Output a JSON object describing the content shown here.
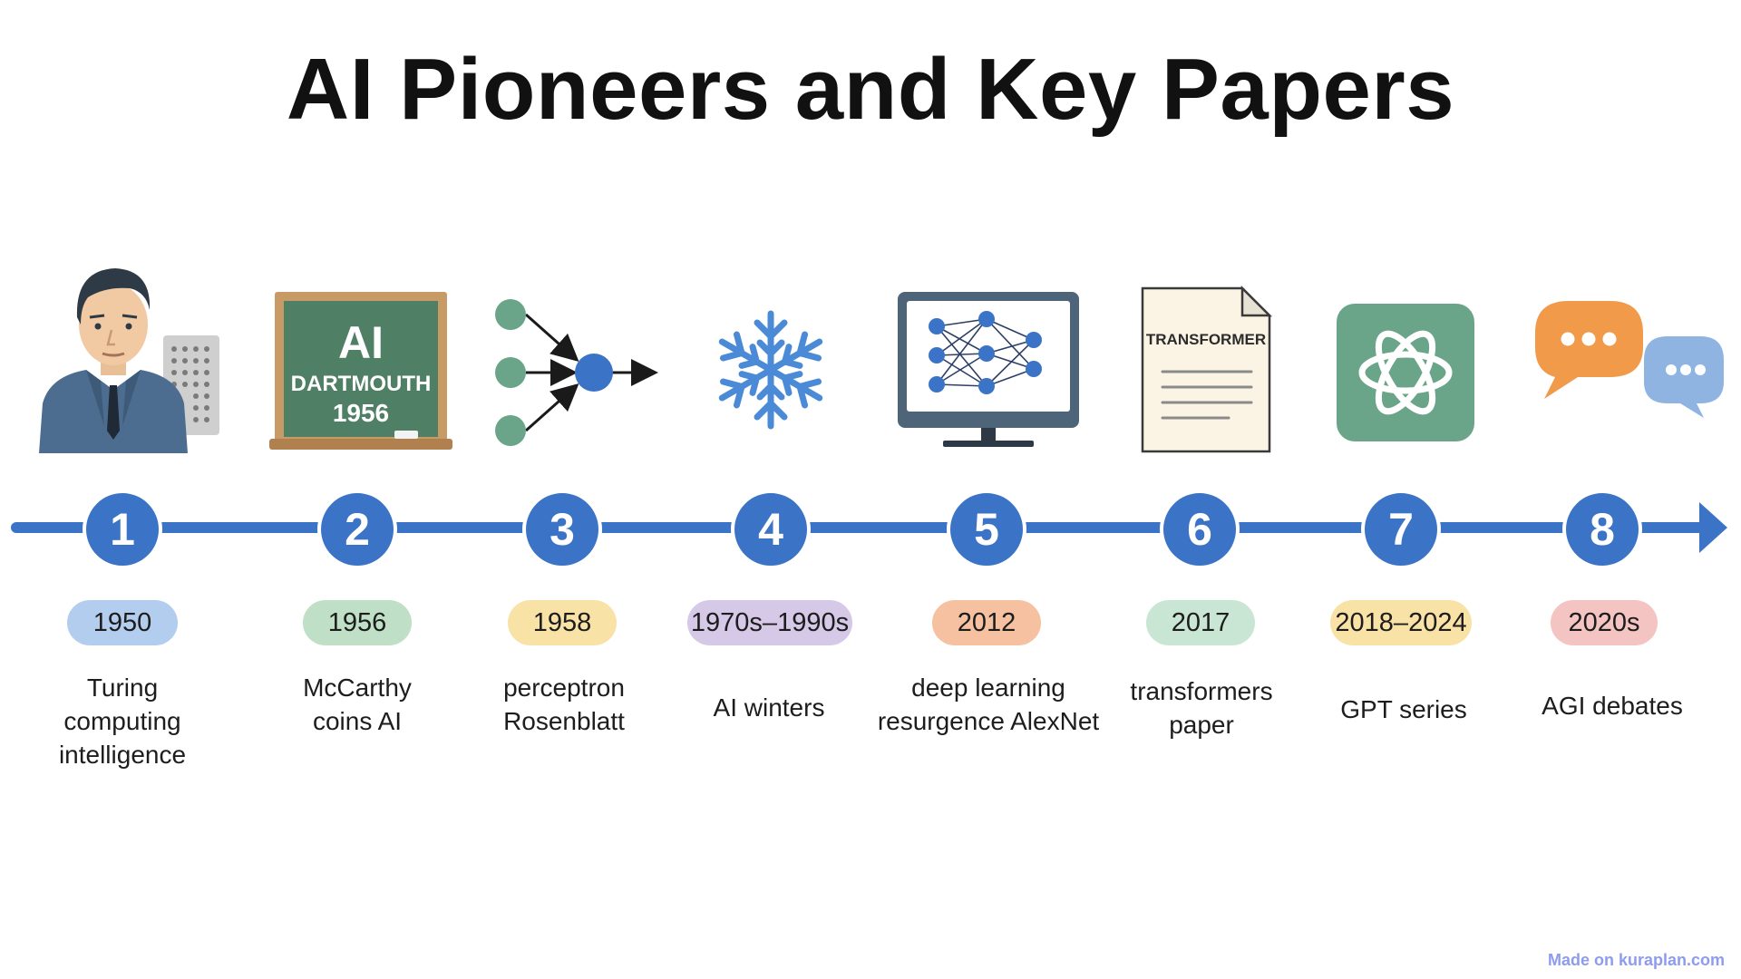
{
  "title": "AI Pioneers and Key Papers",
  "credit": "Made on kuraplan.com",
  "colors": {
    "line": "#3b73c6",
    "node": "#3b73c6"
  },
  "milestones": [
    {
      "number": "1",
      "year": "1950",
      "pill_color": "#b3cdee",
      "lines": [
        "Turing",
        "computing",
        "intelligence"
      ],
      "icon": "alan-turing-portrait-icon"
    },
    {
      "number": "2",
      "year": "1956",
      "pill_color": "#bfe0c6",
      "lines": [
        "McCarthy",
        "coins AI"
      ],
      "icon": "chalkboard-icon"
    },
    {
      "number": "3",
      "year": "1958",
      "pill_color": "#f9e2a6",
      "lines": [
        "perceptron",
        "Rosenblatt"
      ],
      "icon": "perceptron-icon"
    },
    {
      "number": "4",
      "year": "1970s–1990s",
      "pill_color": "#d6c9e8",
      "lines": [
        "AI winters"
      ],
      "icon": "snowflake-icon"
    },
    {
      "number": "5",
      "year": "2012",
      "pill_color": "#f6c1a0",
      "lines": [
        "deep learning",
        "resurgence AlexNet"
      ],
      "icon": "neural-network-monitor-icon"
    },
    {
      "number": "6",
      "year": "2017",
      "pill_color": "#c9e6d5",
      "lines": [
        "transformers",
        "paper"
      ],
      "icon": "document-icon"
    },
    {
      "number": "7",
      "year": "2018–2024",
      "pill_color": "#f9e2a6",
      "lines": [
        "GPT series"
      ],
      "icon": "gpt-logo-icon"
    },
    {
      "number": "8",
      "year": "2020s",
      "pill_color": "#f4c4c2",
      "lines": [
        "AGI debates"
      ],
      "icon": "chat-bubbles-icon"
    }
  ],
  "icon_text": {
    "chalkboard_big": "AI",
    "chalkboard_line1": "DARTMOUTH",
    "chalkboard_line2": "1956",
    "document_heading": "TRANSFORMER"
  }
}
